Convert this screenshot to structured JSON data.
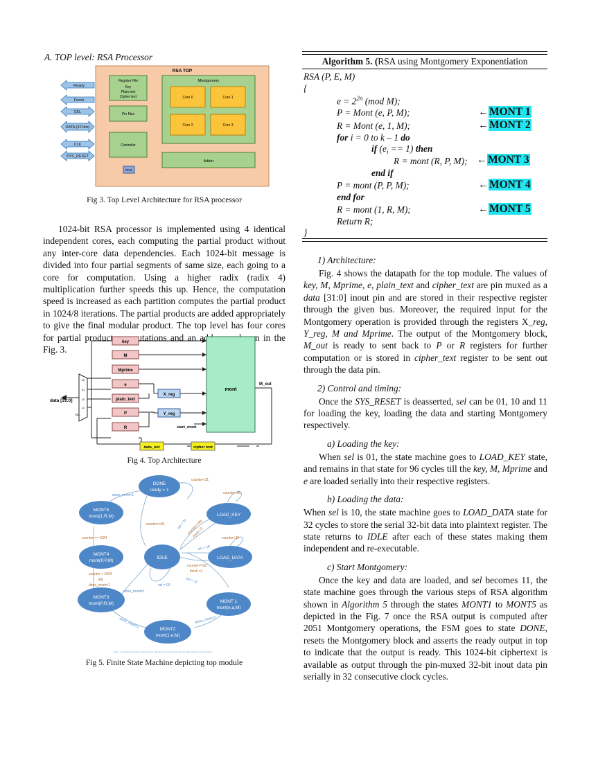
{
  "left": {
    "section_a": "A.  TOP level: RSA Processor",
    "fig3": {
      "top_title": "RSA TOP",
      "signals": [
        "Ready",
        "Finish",
        "SEL",
        "DATA (32 bits)",
        "CLK",
        "SYS_RESET"
      ],
      "register_file": "Register File",
      "key": "Key",
      "plain": "Plain text",
      "cipher": "Cipher text",
      "pin_mux": "Pin Mux",
      "controller": "Controller",
      "rng": "RNG",
      "montgomery": "Montgomery",
      "core0": "Core 0",
      "core1": "Core 1",
      "core2": "Core 2",
      "core3": "Core 3",
      "adder": "Adder",
      "caption": "Fig 3. Top Level Architecture for RSA processor"
    },
    "para1": "1024-bit RSA processor is implemented using 4 identical independent cores, each computing the partial product without any inter-core data dependencies. Each 1024-bit message is divided into four partial segments of same size, each going to a core for computation. Using a higher radix (radix 4) multiplication further speeds this up. Hence, the computation speed is increased as each partition computes the partial product in 1024/8 iterations. The partial products are added appropriately to give the final modular product. The top level has four cores for partial product computations and an adder as shown in the Fig. 3.",
    "fig4": {
      "regs": [
        "key",
        "M",
        "Mprime",
        "e",
        "plain_text",
        "P",
        "R"
      ],
      "xreg": "X_reg",
      "yreg": "Y_reg",
      "mont": "mont",
      "mout": "M_out",
      "start": "start_mont",
      "data_in": "data [31:0]",
      "mux_in": [
        "00",
        "01",
        "10",
        "11"
      ],
      "mux_sel": "SEL",
      "data_out": "data_out",
      "cipher_text": "cipher text",
      "caption": "Fig 4. Top Architecture"
    },
    "fig5": {
      "states": {
        "done_a": "DONE",
        "done_b": "ready = 1",
        "load_key": "LOAD_KEY",
        "idle": "IDLE",
        "load_data": "LOAD_DATA",
        "mont1_a": "MONT 1",
        "mont1_b": "mont(e,a,M)",
        "mont2_a": "MONT2",
        "mont2_b": "mont(1,e,M)",
        "mont3_a": "MONT3",
        "mont3_b": "mont(P,R,M)",
        "mont4_a": "MONT4",
        "mont4_b": "mont(P,P,M)",
        "mont5_a": "MONT5",
        "mont5_b": "mont(1,R,M)"
      },
      "labels": {
        "c31": "counter<31",
        "c96": "counter<96",
        "c32": "counter<32",
        "dm1_top": "done_mont=1",
        "ceq31": "counter==31",
        "c1024": "counter == 1024",
        "sel01": "sel = 01",
        "c96b": "counter==96",
        "fin1": "finish =1",
        "sel10": "sel = 10",
        "c32b": "counter==32",
        "fin2": "finish =1",
        "sel11": "sel = 11",
        "sel00": "sel = 00",
        "clt1": "counter < 1024",
        "amp": "&&",
        "dm1a": "done_mont=1",
        "dm1b": "done_mont=1",
        "dm1c": "done_mont=1",
        "dm1d": "done_mont=1"
      },
      "footnote": "States controlling Operations defined in the Algorithm proposed previously are abbreviated for simplification",
      "caption": "Fig 5. Finite State Machine depicting top module"
    }
  },
  "right": {
    "algo": {
      "title_bold": "Algorithm 5. (",
      "title_rest": "RSA using Montgomery Exponentiation",
      "header": "RSA (P, E, M)",
      "open": "{",
      "l1a": "e = 2",
      "l1sup": "2n",
      "l1b": " (mod M);",
      "l2": "P = Mont (e, P, M);",
      "l3": "R = Mont (e, 1, M);",
      "l4a": "for",
      "l4b": " i = 0 to k – 1 ",
      "l4c": "do",
      "l5a": "if",
      "l5b": " (e",
      "l5sub": "i",
      "l5c": " == 1) ",
      "l5d": "then",
      "l6": "R = mont (R, P, M);",
      "l7": "end if",
      "l8": "P = mont (P, P, M);",
      "l9": "end for",
      "l10": "R = mont (1, R, M);",
      "l11": "Return R;",
      "close": "}",
      "arrow": "←",
      "m1": "MONT 1",
      "m2": "MONT 2",
      "m3": "MONT 3",
      "m4": "MONT 4",
      "m5": "MONT 5"
    },
    "sec1": "1) Architecture:",
    "para_arch": "Fig. 4 shows the datapath for the top module. The values of <i>key, M, Mprime, e, plain_text</i> and <i>cipher_text</i> are pin muxed as a <i>data</i> [31:0] inout pin and are stored in their respective register through the given bus. Moreover, the required input for the Montgomery operation is provided through the registers X<i>_reg, Y_reg, M and Mprime</i>. The output of the Montgomery block, <i>M_out</i> is ready to sent back to <i>P</i> or <i>R</i> registers for further computation or is stored in <i>cipher_text</i> register to be sent out through the data pin.",
    "sec2": "2) Control and timing:",
    "para_ctrl": "Once the <i>SYS_RESET</i> is deasserted, <i>sel</i> can be 01, 10 and 11 for loading the key, loading the data and starting Montgomery respectively.",
    "sub_a": "a) Loading the key:",
    "para_a": "When <i>sel</i> is 01, the state machine goes to <i>LOAD_KEY</i> state, and remains in that state for 96 cycles till the <i>key, M, Mprime</i> and <i>e</i> are loaded serially into their respective registers.",
    "sub_b": "b) Loading the data:",
    "para_b": "When <i>sel</i> is 10, the state machine goes to <i>LOAD_DATA</i> state for 32 cycles to store the serial 32-bit data into plaintext register. The state returns to <i>IDLE</i> after each of these states making them independent and re-executable.",
    "sub_c": "c) Start Montgomery:",
    "para_c": "Once the key and data are loaded, and <i>sel</i> becomes 11, the state machine goes through the various steps of RSA algorithm shown in <i>Algorithm 5</i> through the states <i>MONT1</i> to <i>MONT5</i> as depicted in the Fig. 7 once the RSA output is computed after 2051 Montgomery operations, the FSM goes to state <i>DONE</i>, resets the Montgomery block and asserts the ready output in top to indicate that the output is ready. This 1024-bit ciphertext is available as output through the pin-muxed 32-bit inout data pin serially in 32 consecutive clock cycles."
  }
}
